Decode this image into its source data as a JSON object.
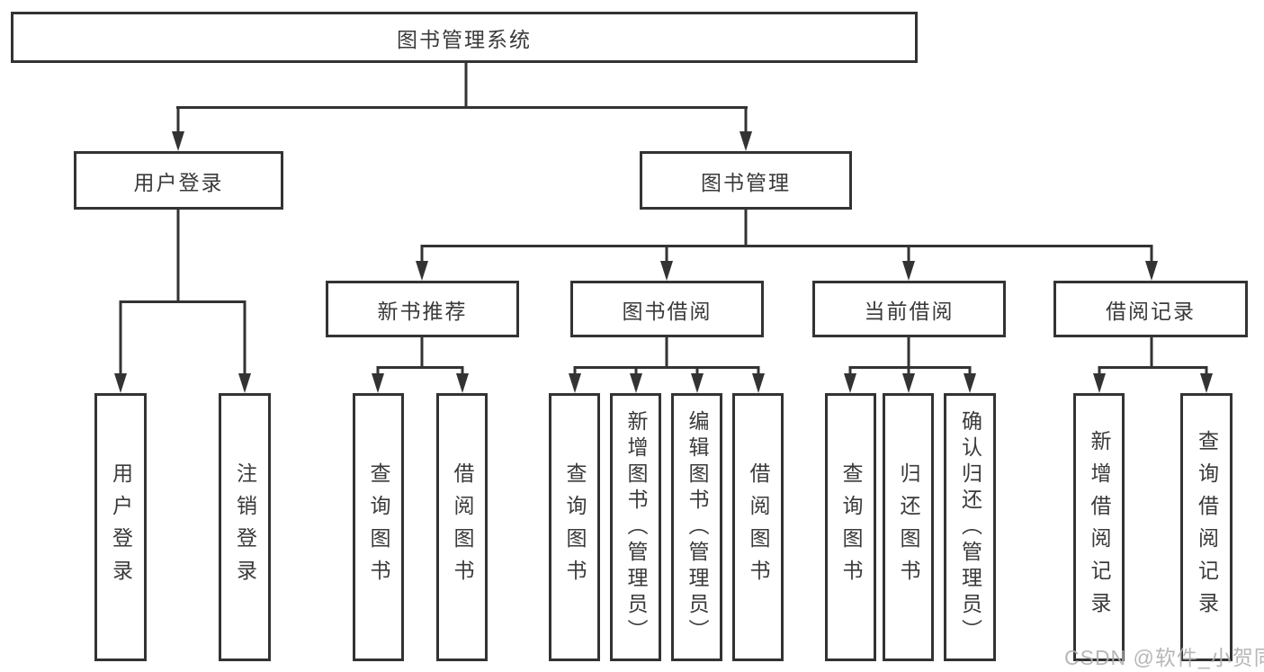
{
  "diagram": {
    "root": "图书管理系统",
    "level2": [
      "用户登录",
      "图书管理"
    ],
    "level3": [
      "新书推荐",
      "图书借阅",
      "当前借阅",
      "借阅记录"
    ],
    "leaves_user_login": [
      "用户登录",
      "注销登录"
    ],
    "leaves_new_book": [
      "查询图书",
      "借阅图书"
    ],
    "leaves_book_borrow": [
      "查询图书",
      "新增图书（管理员）",
      "编辑图书（管理员）",
      "借阅图书"
    ],
    "leaves_current_borrow": [
      "查询图书",
      "归还图书",
      "确认归还（管理员）"
    ],
    "leaves_borrow_record": [
      "新增借阅记录",
      "查询借阅记录"
    ]
  },
  "watermark": "CSDN @软件_小贺同学",
  "colors": {
    "line": "#333333",
    "text": "#3a3a3a",
    "background": "#ffffff",
    "watermark": "#b0b0b0"
  }
}
